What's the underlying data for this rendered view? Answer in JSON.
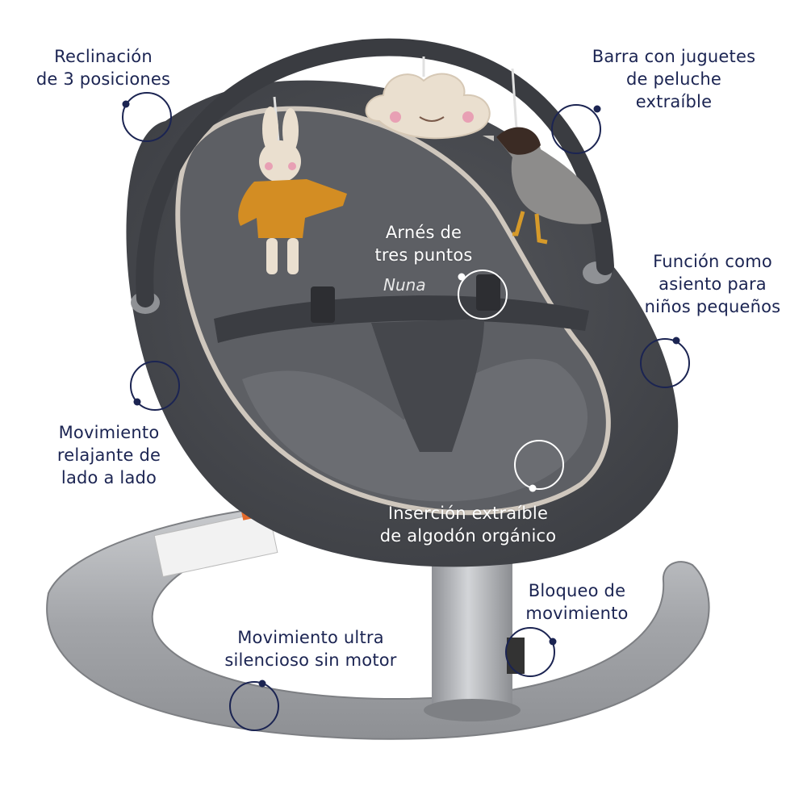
{
  "colors": {
    "label_dark": "#1b2452",
    "label_light": "#ffffff",
    "marker_dark": "#1b2452",
    "seat_fabric": "#4a4c52",
    "seat_inner": "#5c5e63",
    "seat_trim": "#cfc7bd",
    "base_frame": "#a7a9ac"
  },
  "brand": {
    "logo_text": "Nuna"
  },
  "features": [
    {
      "id": "recline",
      "lines": [
        "Reclinación",
        "de 3 posiciones"
      ],
      "icon": "circle-dot-marker"
    },
    {
      "id": "toy-bar",
      "lines": [
        "Barra con juguetes",
        "de peluche",
        "extraíble"
      ],
      "icon": "circle-dot-marker"
    },
    {
      "id": "harness",
      "lines": [
        "Arnés de",
        "tres puntos"
      ],
      "icon": "circle-dot-marker"
    },
    {
      "id": "toddler-seat",
      "lines": [
        "Función como",
        "asiento para",
        "niños pequeños"
      ],
      "icon": "circle-dot-marker"
    },
    {
      "id": "side-motion",
      "lines": [
        "Movimiento",
        "relajante de",
        "lado a lado"
      ],
      "icon": "circle-dot-marker"
    },
    {
      "id": "insert",
      "lines": [
        "Inserción extraíble",
        "de algodón orgánico"
      ],
      "icon": "circle-dot-marker"
    },
    {
      "id": "lock",
      "lines": [
        "Bloqueo de",
        "movimiento"
      ],
      "icon": "circle-dot-marker"
    },
    {
      "id": "silent",
      "lines": [
        "Movimiento ultra",
        "silencioso sin motor"
      ],
      "icon": "circle-dot-marker"
    }
  ]
}
